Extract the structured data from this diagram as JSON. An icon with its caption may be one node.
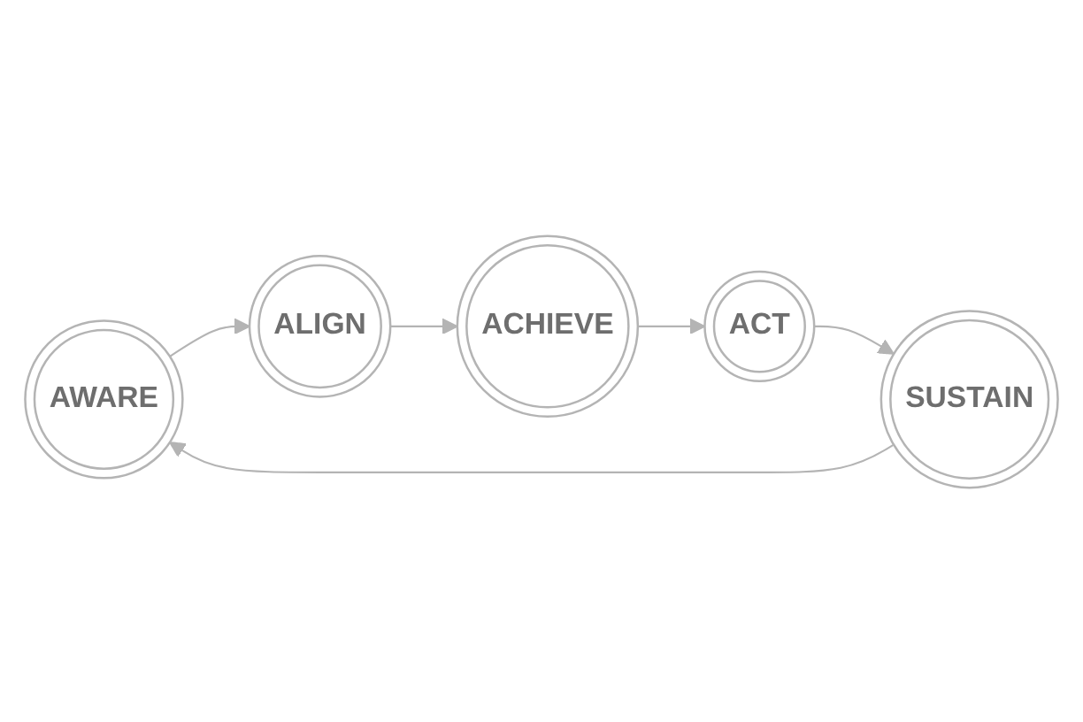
{
  "diagram": {
    "nodes": [
      {
        "text": [
          "AWARE"
        ]
      },
      {
        "text": [
          "ALIGN"
        ]
      },
      {
        "text": [
          "ACHIEVE"
        ]
      },
      {
        "text": [
          "ACT"
        ]
      },
      {
        "text": [
          "SUSTAIN"
        ]
      }
    ],
    "edges": [
      {
        "from": 0,
        "to": 1,
        "arrow": "to"
      },
      {
        "from": 1,
        "to": 2,
        "arrow": "to"
      },
      {
        "from": 2,
        "to": 3,
        "arrow": "to"
      },
      {
        "from": 3,
        "to": 4,
        "arrow": "to"
      },
      {
        "from": 4,
        "to": 0,
        "arrow": "to"
      }
    ]
  }
}
